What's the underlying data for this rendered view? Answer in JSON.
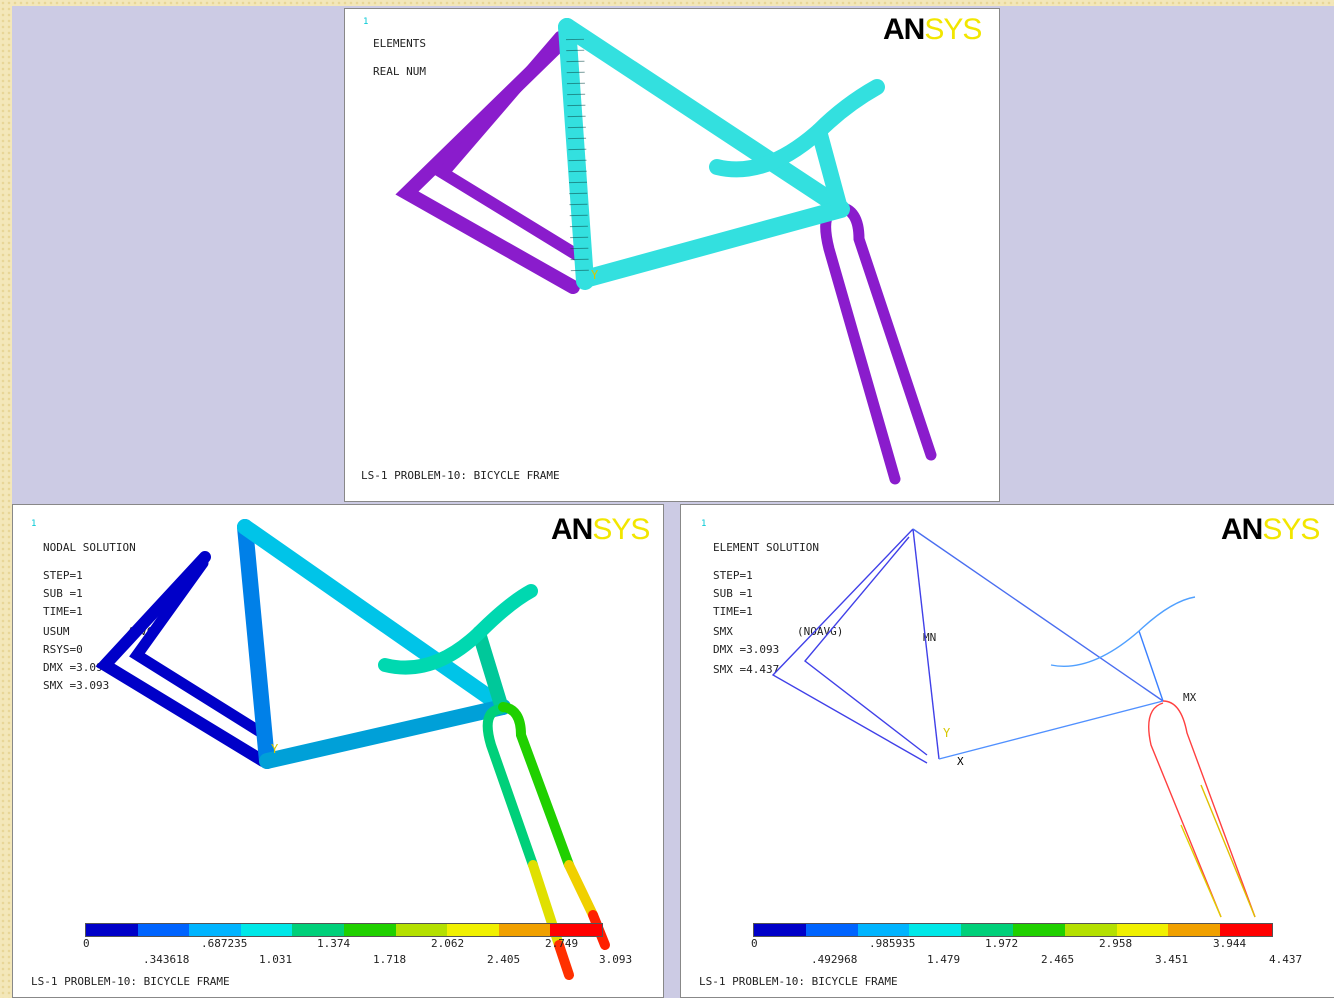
{
  "logo": {
    "an": "AN",
    "sys": "SYS"
  },
  "window_number": "1",
  "top": {
    "line1": "ELEMENTS",
    "line2": "REAL NUM",
    "footer": "LS-1 PROBLEM-10: BICYCLE FRAME",
    "colors": {
      "tube_cyan": "#33e0df",
      "tube_purple": "#8a1ccc"
    }
  },
  "bottom_left": {
    "title": "NODAL SOLUTION",
    "lines": [
      "STEP=1",
      "SUB =1",
      "TIME=1",
      "USUM",
      "RSYS=0",
      "DMX =3.093",
      "SMX =3.093"
    ],
    "usum_tag": "(AVG)",
    "footer": "LS-1 PROBLEM-10: BICYCLE FRAME",
    "scale_upper": [
      "0",
      ".687235",
      "1.374",
      "2.062",
      "2.749"
    ],
    "scale_lower": [
      ".343618",
      "1.031",
      "1.718",
      "2.405",
      "3.093"
    ]
  },
  "bottom_right": {
    "title": "ELEMENT SOLUTION",
    "lines": [
      "STEP=1",
      "SUB =1",
      "TIME=1",
      "SMX",
      "DMX =3.093",
      "SMX =4.437"
    ],
    "smx_tag": "(NOAVG)",
    "mn_label": "MN",
    "mx_label": "MX",
    "footer": "LS-1 PROBLEM-10: BICYCLE FRAME",
    "scale_upper": [
      "0",
      ".985935",
      "1.972",
      "2.958",
      "3.944"
    ],
    "scale_lower": [
      ".492968",
      "1.479",
      "2.465",
      "3.451",
      "4.437"
    ]
  },
  "contour_colors": [
    "#0000c8",
    "#0064ff",
    "#00b4ff",
    "#00e8e8",
    "#00d07a",
    "#20d000",
    "#b4e000",
    "#f0f000",
    "#f0a000",
    "#ff0000"
  ]
}
